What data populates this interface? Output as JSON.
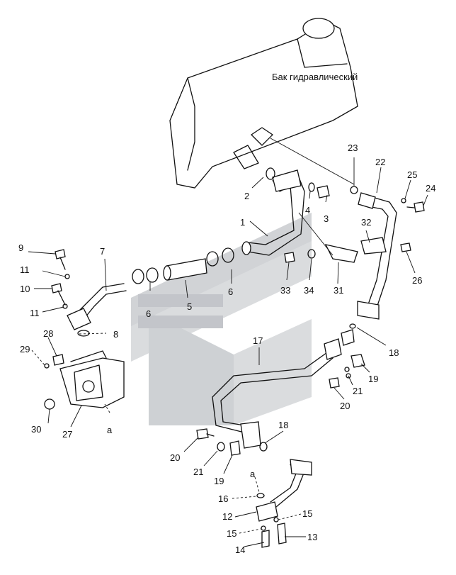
{
  "tank_label": "Бак гидравлический",
  "callouts": [
    "1",
    "2",
    "3",
    "4",
    "5",
    "6",
    "6",
    "7",
    "8",
    "9",
    "10",
    "11",
    "11",
    "12",
    "13",
    "14",
    "15",
    "15",
    "16",
    "17",
    "18",
    "18",
    "19",
    "19",
    "20",
    "20",
    "21",
    "21",
    "22",
    "23",
    "24",
    "25",
    "26",
    "27",
    "28",
    "29",
    "30",
    "31",
    "32",
    "33",
    "34",
    "a",
    "a"
  ],
  "watermark_color": "#c9ccd0"
}
